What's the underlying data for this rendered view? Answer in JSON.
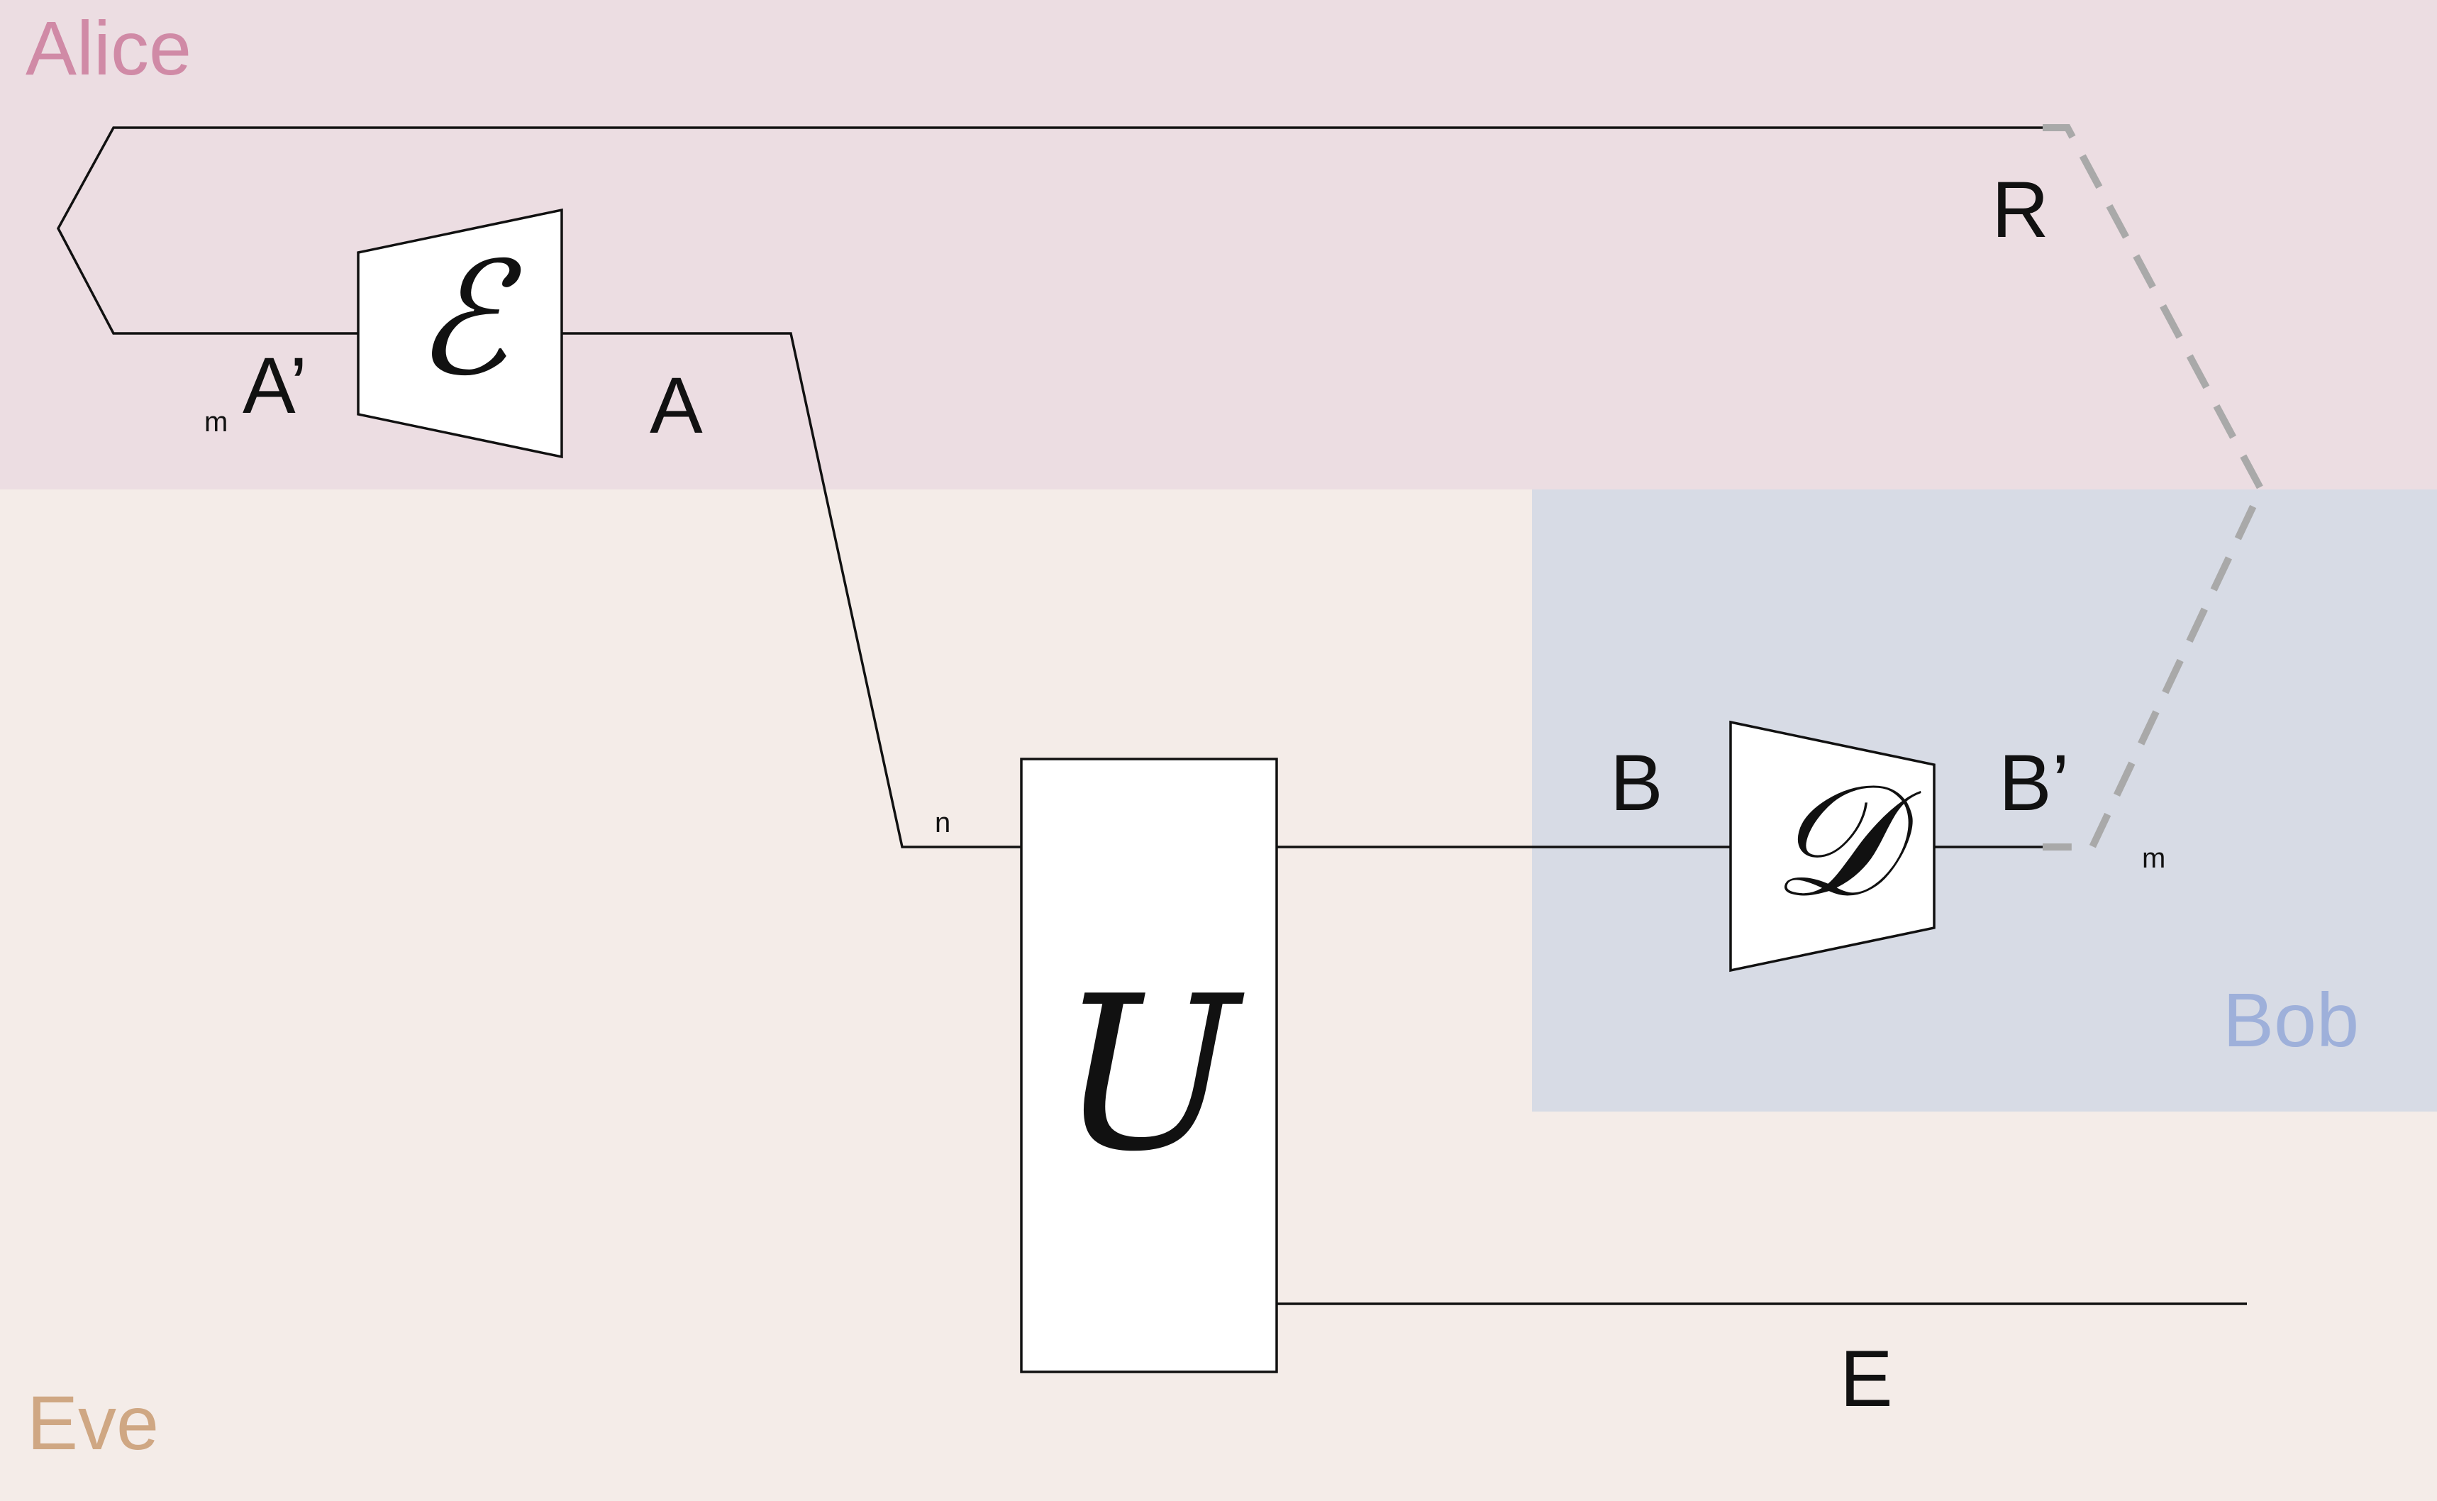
{
  "regions": {
    "alice": {
      "label": "Alice",
      "color": "#d08aa6",
      "background": "#ecdde2"
    },
    "bob": {
      "label": "Bob",
      "color": "#9eb0da",
      "background": "#d7dbe5"
    },
    "eve": {
      "label": "Eve",
      "color": "#cfa783",
      "background": "#f4ece8"
    }
  },
  "gates": {
    "encoder": {
      "symbol": "ℰ"
    },
    "unitary": {
      "symbol": "U"
    },
    "decoder": {
      "symbol": "𝒟"
    }
  },
  "wires": {
    "a_prime": "A’",
    "a": "A",
    "r": "R",
    "b": "B",
    "b_prime": "B’",
    "e": "E"
  },
  "dimensions": {
    "m_input": "m",
    "n": "n",
    "m_output": "m"
  }
}
